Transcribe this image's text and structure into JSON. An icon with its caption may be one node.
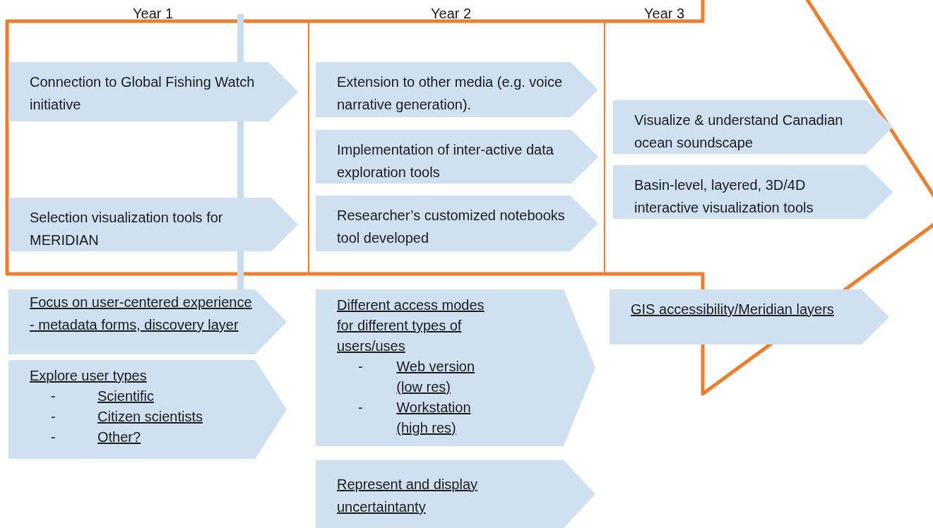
{
  "diagram": {
    "nodes": [
      {
        "text": [
          "Connection to Global Fishing Watch initiative"
        ]
      },
      {
        "text": [
          "Selection visualization tools for MERIDIAN"
        ]
      },
      {
        "text": [
          "Extension to other media (e.g. voice narrative generation)."
        ]
      },
      {
        "text": [
          "Implementation of inter-active data exploration tools"
        ]
      },
      {
        "text": [
          "Researcher’s customized notebooks tool developed"
        ]
      },
      {
        "text": [
          "Visualize & understand Canadian ocean soundscape"
        ]
      },
      {
        "text": [
          "Basin-level, layered, 3D/4D interactive visualization tools"
        ]
      },
      {
        "text": [
          "Focus on user-centered experience - metadata forms, discovery layer"
        ]
      },
      {
        "text": [
          "Explore user types",
          "-",
          "Scientific",
          "-",
          "Citizen scientists",
          "-",
          "Other?"
        ]
      },
      {
        "text": [
          "Different access modes for different types of users/uses",
          "-",
          "Web version (low res)",
          "-",
          "Workstation (high res)"
        ]
      },
      {
        "text": [
          "Represent and display uncertaintanty"
        ]
      },
      {
        "text": [
          "GIS accessibility/Meridian layers"
        ]
      }
    ],
    "edges": [],
    "labels": [
      "Year 1",
      "Year 2",
      "Year 3"
    ]
  }
}
